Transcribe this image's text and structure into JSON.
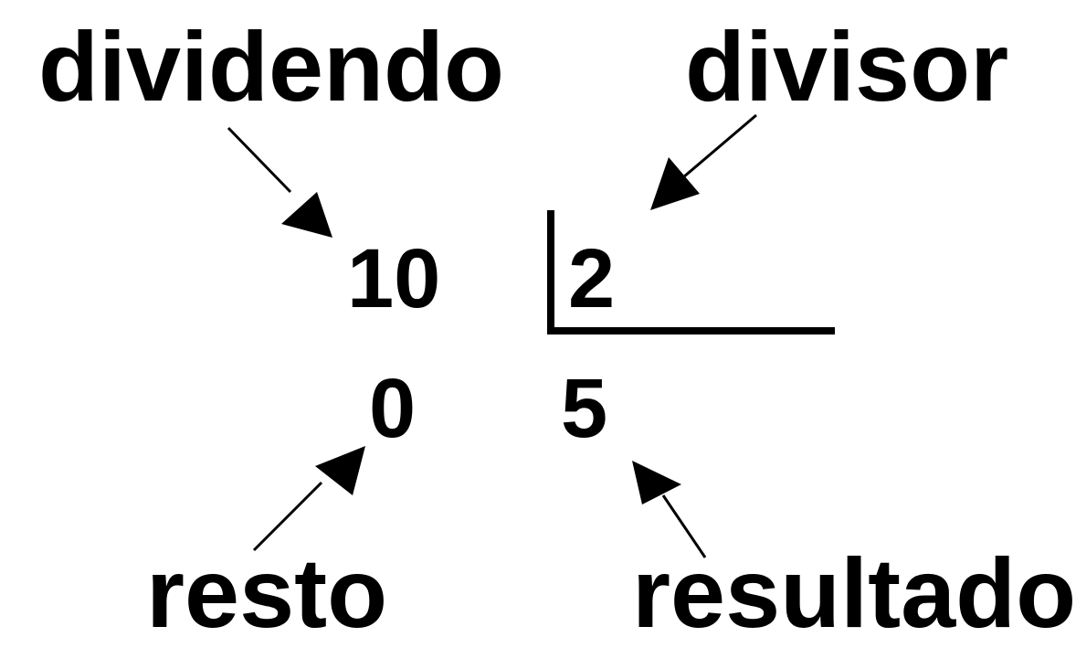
{
  "labels": {
    "dividend": "dividendo",
    "divisor": "divisor",
    "remainder": "resto",
    "quotient": "resultado"
  },
  "values": {
    "dividend": "10",
    "divisor": "2",
    "remainder": "0",
    "quotient": "5"
  },
  "colors": {
    "ink": "#000000",
    "background": "#ffffff"
  }
}
